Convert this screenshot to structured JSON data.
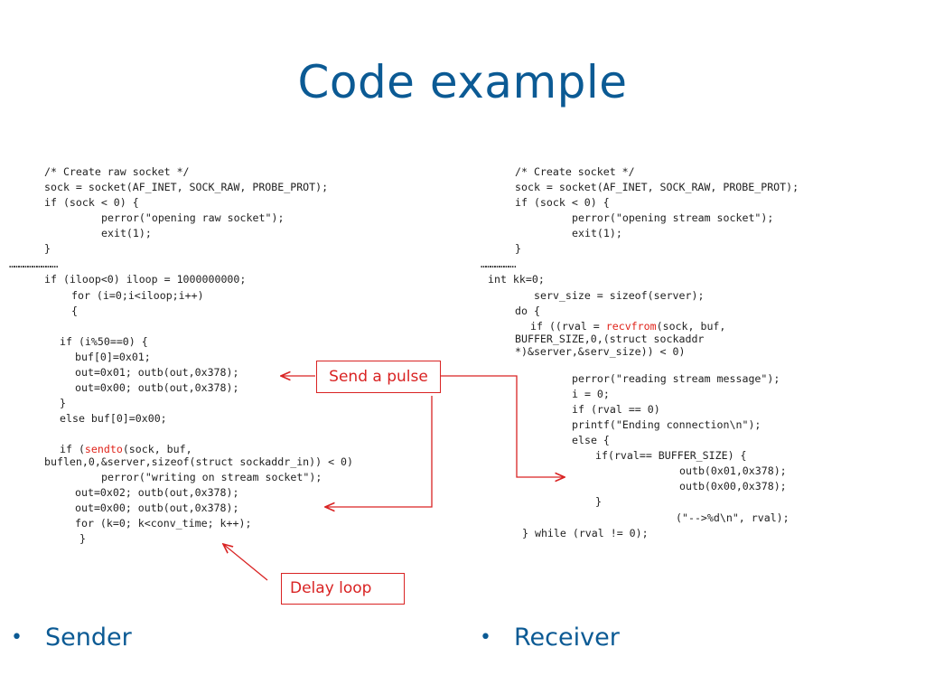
{
  "title": "Code example",
  "sender": {
    "bullet": "Sender",
    "lines": [
      "/* Create raw socket */",
      "sock = socket(AF_INET, SOCK_RAW, PROBE_PROT);",
      "if (sock < 0) {",
      "perror(\"opening raw socket\");",
      "exit(1);",
      "}",
      "………………………….",
      "if (iloop<0) iloop = 1000000000;",
      "for (i=0;i<iloop;i++)",
      "{",
      "if (i%50==0) {",
      "buf[0]=0x01;",
      "out=0x01; outb(out,0x378);",
      "out=0x00; outb(out,0x378);",
      "}",
      "else buf[0]=0x00;",
      "if (",
      "sendto",
      "(sock, buf,",
      "buflen,0,&server,sizeof(struct sockaddr_in)) < 0)",
      "perror(\"writing on stream socket\");",
      "out=0x02; outb(out,0x378);",
      "out=0x00; outb(out,0x378);",
      "for (k=0; k<conv_time; k++);",
      "}"
    ]
  },
  "receiver": {
    "bullet": "Receiver",
    "lines": [
      "/* Create socket */",
      "sock = socket(AF_INET, SOCK_RAW, PROBE_PROT);",
      "if (sock < 0) {",
      "perror(\"opening stream socket\");",
      "exit(1);",
      "}",
      "………………….",
      "int kk=0;",
      "serv_size = sizeof(server);",
      "do {",
      "if ((rval = ",
      "recvfrom",
      "(sock, buf,",
      "BUFFER_SIZE,0,(struct sockaddr",
      "*)&server,&serv_size)) < 0)",
      "perror(\"reading stream message\");",
      "i = 0;",
      "if (rval == 0)",
      "printf(\"Ending connection\\n\");",
      "else {",
      "if(rval== BUFFER_SIZE) {",
      "outb(0x01,0x378);",
      "outb(0x00,0x378);",
      "}",
      "(\"-->%d\\n\", rval);",
      "} while (rval != 0);"
    ]
  },
  "callouts": {
    "pulse": "Send a pulse",
    "delay": "Delay loop"
  },
  "colors": {
    "title": "#0b5a94",
    "accent": "#d92323",
    "keyword": "#e0241b",
    "code": "#222222"
  }
}
